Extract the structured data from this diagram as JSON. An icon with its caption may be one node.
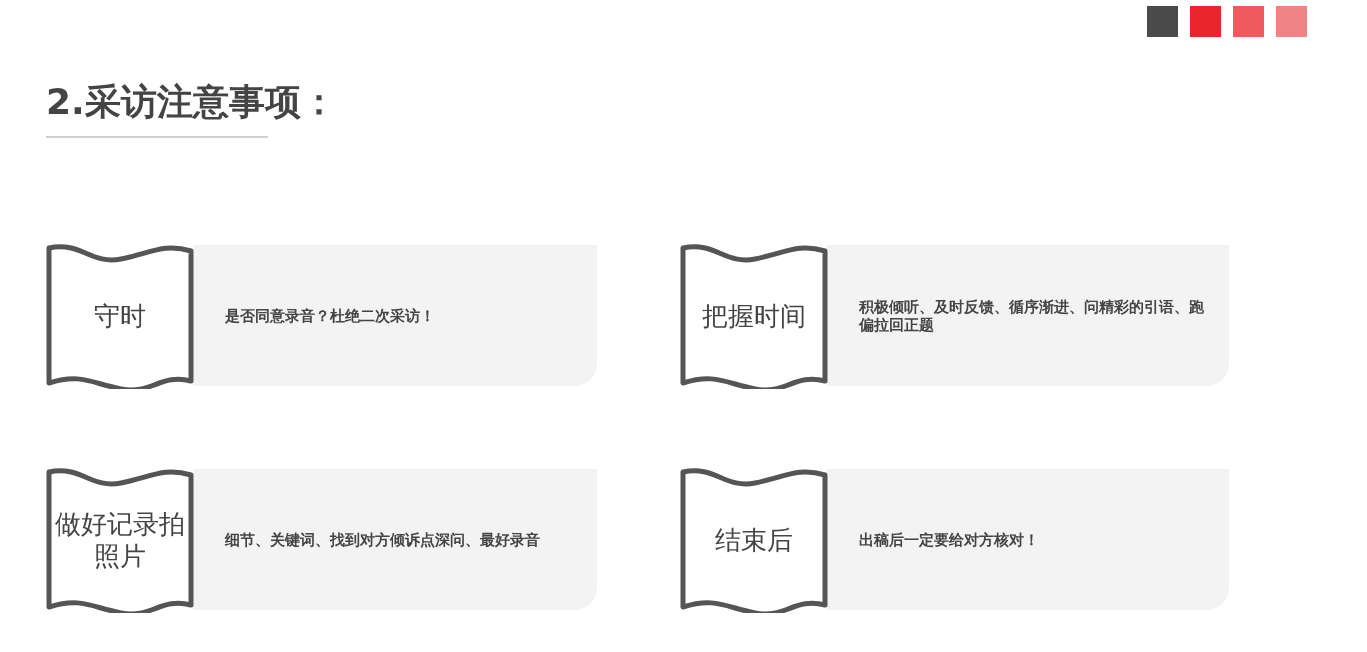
{
  "diagram": {
    "title": "2.采访注意事项：",
    "nodes": [
      {
        "text": [
          "守时"
        ]
      },
      {
        "text": [
          "是否同意录音？杜绝二次采访！"
        ]
      },
      {
        "text": [
          "把握时间"
        ]
      },
      {
        "text": [
          "积极倾听、及时反馈、循序渐进、问精彩的引语、跑偏拉回正题"
        ]
      },
      {
        "text": [
          "做好记录拍照片"
        ]
      },
      {
        "text": [
          "细节、关键词、找到对方倾诉点深问、最好录音"
        ]
      },
      {
        "text": [
          "结束后"
        ]
      },
      {
        "text": [
          "出稿后一定要给对方核对！"
        ]
      }
    ]
  }
}
